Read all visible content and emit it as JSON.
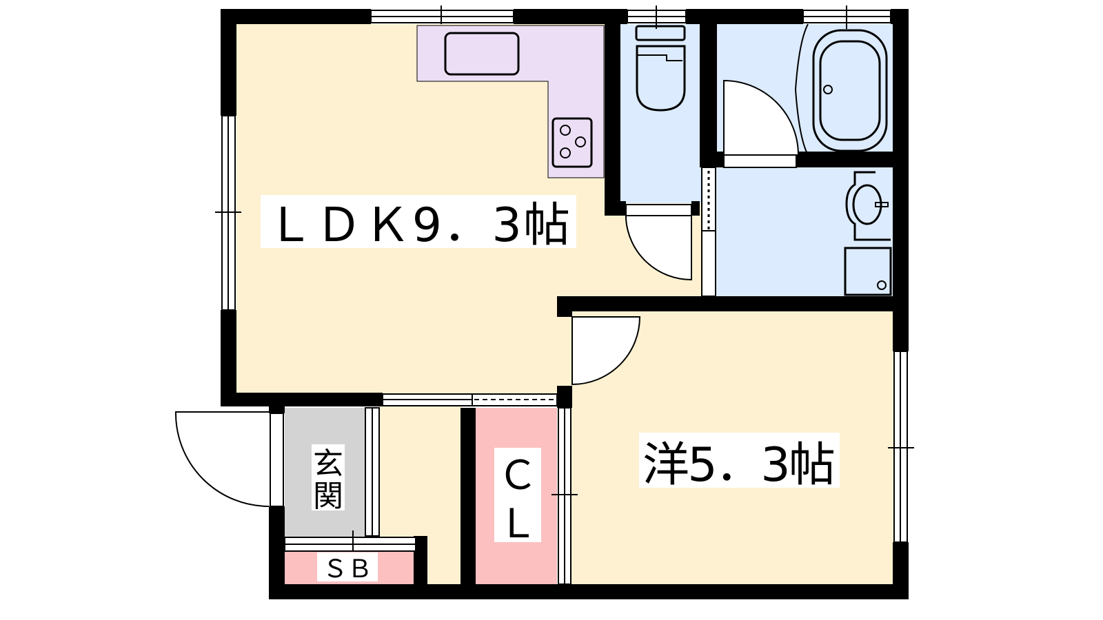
{
  "rooms": {
    "ldk": "ＬＤＫ9．3帖",
    "western": "洋5．3帖",
    "entrance_1": "玄",
    "entrance_2": "関",
    "closet_1": "Ｃ",
    "closet_2": "Ｌ",
    "shoebox": "ＳＢ"
  },
  "colors": {
    "floor": "#FDF1D1",
    "kitchen": "#ECDFF5",
    "wet": "#DCEBFD",
    "entrance": "#D3D3D3",
    "storage": "#FCC0C0",
    "wall": "#000000"
  }
}
